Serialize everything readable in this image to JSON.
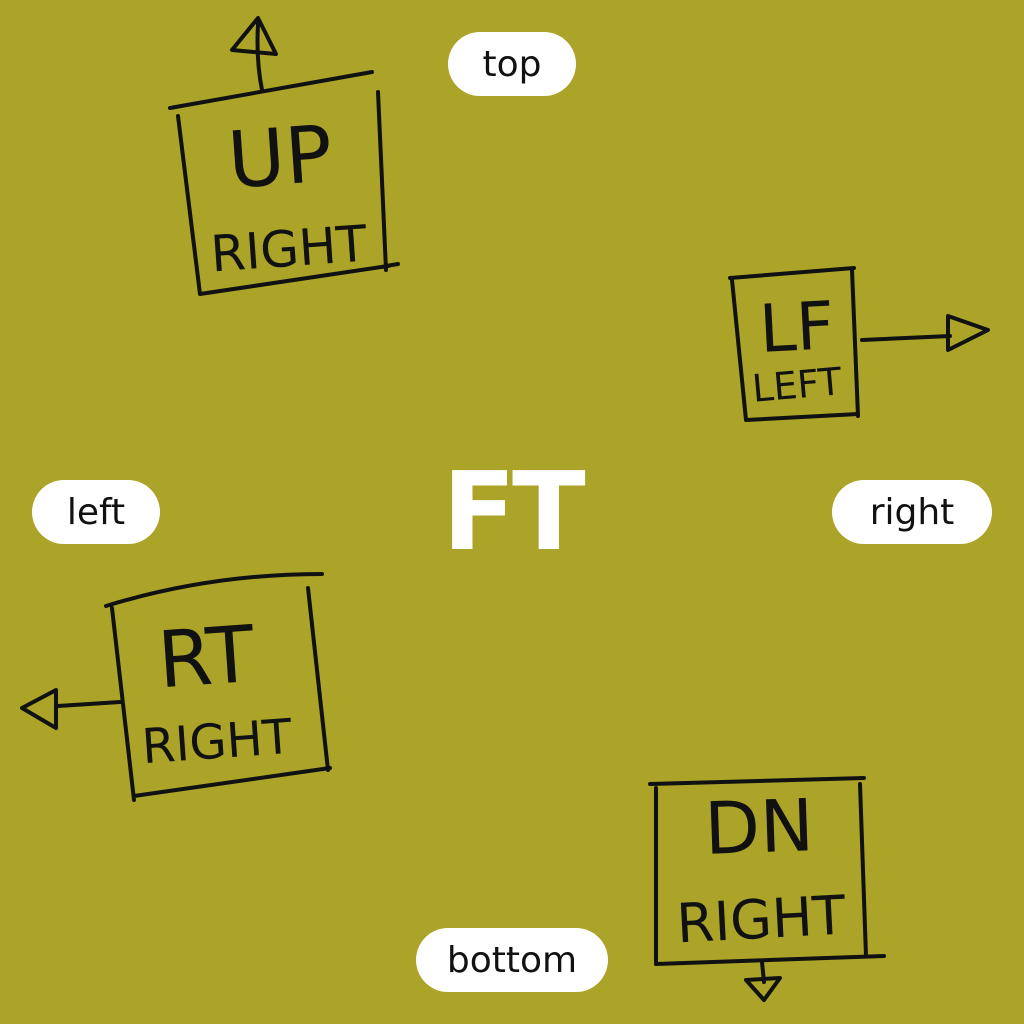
{
  "center": {
    "label": "FT"
  },
  "edges": {
    "top": "top",
    "left": "left",
    "right": "right",
    "bottom": "bottom"
  },
  "boxes": {
    "up": {
      "title": "UP",
      "subtitle": "RIGHT"
    },
    "lf": {
      "title": "LF",
      "subtitle": "LEFT"
    },
    "rt": {
      "title": "RT",
      "subtitle": "RIGHT"
    },
    "dn": {
      "title": "DN",
      "subtitle": "RIGHT"
    }
  },
  "colors": {
    "background": "#aba428",
    "pill": "#ffffff",
    "ink": "#111111",
    "center_text": "#ffffff"
  }
}
